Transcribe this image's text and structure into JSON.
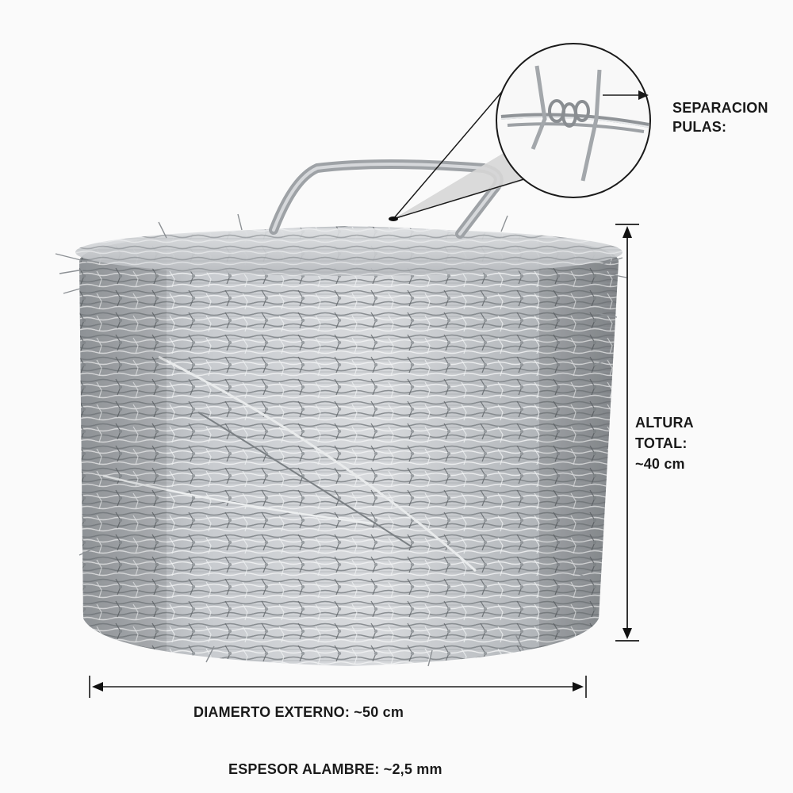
{
  "product": {
    "name": "barbed-wire-coil",
    "colors": {
      "background": "#fafafa",
      "wire": "#b8bcc0",
      "wire_dark": "#6e7377",
      "wire_light": "#e6e8ea",
      "annotation": "#1a1a1a",
      "callout_fill": "#d9d9d9"
    }
  },
  "annotations": {
    "barb_spacing": {
      "line1": "SEPARACION",
      "line2": "PULAS:"
    },
    "height": {
      "line1": "ALTURA",
      "line2": "TOTAL:",
      "line3": "~40 cm"
    },
    "diameter": {
      "text": "DIAMERTO EXTERNO: ~50 cm"
    },
    "thickness": {
      "text": "ESPESOR ALAMBRE: ~2,5 mm"
    }
  },
  "icons": {
    "zoom_callout": "magnifier-circle",
    "height_arrow": "double-arrow-vertical",
    "diameter_arrow": "double-arrow-horizontal",
    "spacing_arrow": "arrow-right"
  }
}
